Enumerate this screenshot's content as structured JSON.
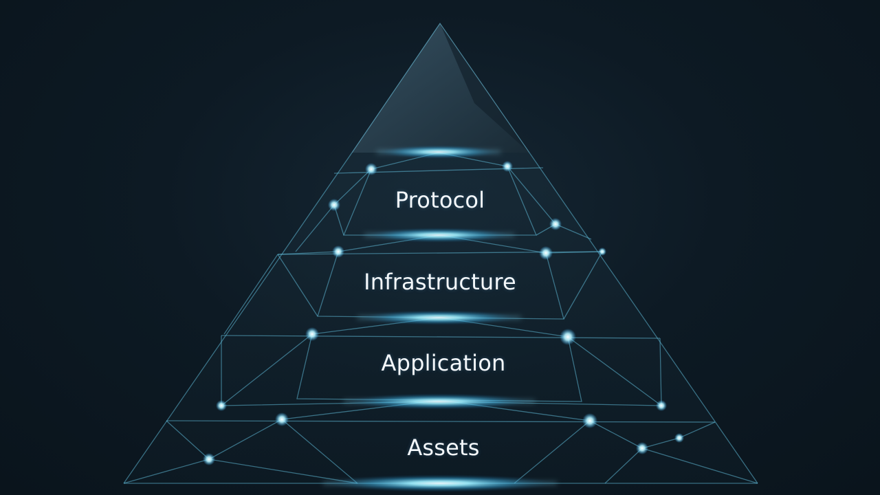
{
  "diagram": {
    "type": "layered-pyramid",
    "tiers": [
      {
        "label": "Protocol"
      },
      {
        "label": "Infrastructure"
      },
      {
        "label": "Application"
      },
      {
        "label": "Assets"
      }
    ]
  },
  "colors": {
    "background": "#0d1a24",
    "line": "#5fb8d6",
    "glow": "#7fe6ff",
    "text": "#f4f8fb"
  }
}
